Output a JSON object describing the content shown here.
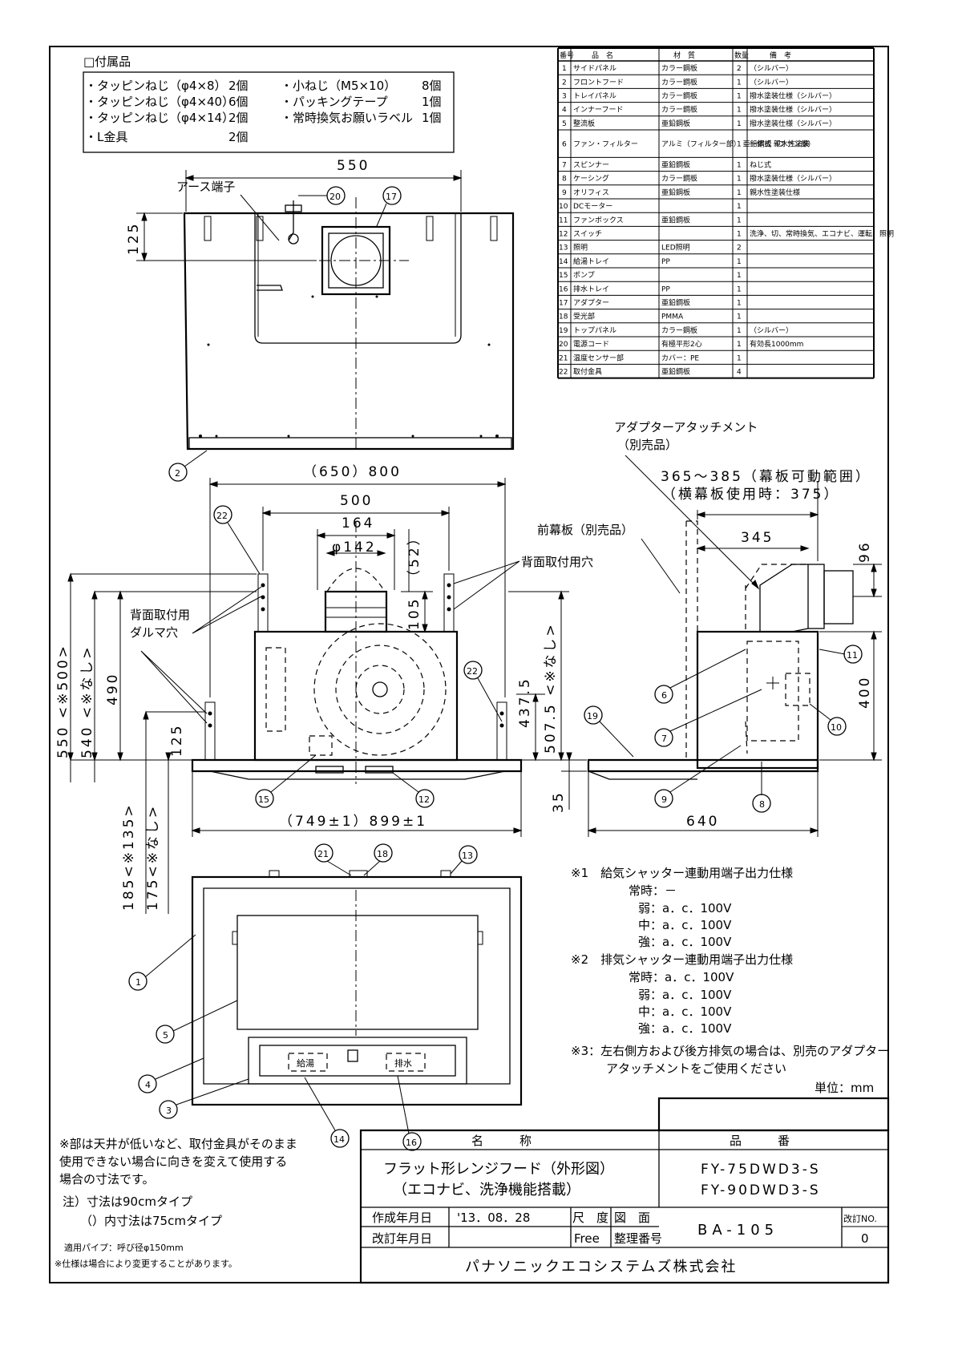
{
  "accessories": {
    "title": "□付属品",
    "items": [
      {
        "name": "・タッピンねじ（φ4×8）",
        "qty": "2個"
      },
      {
        "name": "・タッピンねじ（φ4×40）",
        "qty": "6個"
      },
      {
        "name": "・タッピンねじ（φ4×14）",
        "qty": "2個"
      },
      {
        "name": "・L金具",
        "qty": "2個"
      },
      {
        "name": "・小ねじ（M5×10）",
        "qty": "8個"
      },
      {
        "name": "・パッキングテープ",
        "qty": "1個"
      },
      {
        "name": "・常時換気お願いラベル",
        "qty": "1個"
      }
    ]
  },
  "parts_table": {
    "headers": [
      "番号",
      "品　名",
      "材　質",
      "数量",
      "備　考"
    ],
    "rows": [
      [
        "1",
        "サイドパネル",
        "カラー鋼板",
        "2",
        "（シルバー）"
      ],
      [
        "2",
        "フロントフード",
        "カラー鋼板",
        "1",
        "（シルバー）"
      ],
      [
        "3",
        "トレイパネル",
        "カラー鋼板",
        "1",
        "撥水塗装仕様（シルバー）"
      ],
      [
        "4",
        "インナーフード",
        "カラー鋼板",
        "1",
        "撥水塗装仕様（シルバー）"
      ],
      [
        "5",
        "整流板",
        "亜鉛鋼板",
        "1",
        "撥水塗装仕様（シルバー）"
      ],
      [
        "6",
        "ファン・フィルター",
        "アルミ（フィルター部） 亜鉛鋼板（ファン部）",
        "1",
        "一体式 親水性塗装"
      ],
      [
        "7",
        "スピンナー",
        "亜鉛鋼板",
        "1",
        "ねじ式"
      ],
      [
        "8",
        "ケーシング",
        "カラー鋼板",
        "1",
        "撥水塗装仕様（シルバー）"
      ],
      [
        "9",
        "オリフィス",
        "亜鉛鋼板",
        "1",
        "親水性塗装仕様"
      ],
      [
        "10",
        "DCモーター",
        "",
        "1",
        ""
      ],
      [
        "11",
        "ファンボックス",
        "亜鉛鋼板",
        "1",
        ""
      ],
      [
        "12",
        "スイッチ",
        "",
        "1",
        "洗浄、切、常時換気、エコナビ、運転、照明"
      ],
      [
        "13",
        "照明",
        "LED照明",
        "2",
        ""
      ],
      [
        "14",
        "給湯トレイ",
        "PP",
        "1",
        ""
      ],
      [
        "15",
        "ポンプ",
        "",
        "1",
        ""
      ],
      [
        "16",
        "排水トレイ",
        "PP",
        "1",
        ""
      ],
      [
        "17",
        "アダプター",
        "亜鉛鋼板",
        "1",
        ""
      ],
      [
        "18",
        "受光部",
        "PMMA",
        "1",
        ""
      ],
      [
        "19",
        "トップパネル",
        "カラー鋼板",
        "1",
        "（シルバー）"
      ],
      [
        "20",
        "電源コード",
        "有極平形2心",
        "1",
        "有効長1000mm"
      ],
      [
        "21",
        "温度センサー部",
        "カバー：PE",
        "1",
        ""
      ],
      [
        "22",
        "取付金具",
        "亜鉛鋼板",
        "4",
        ""
      ]
    ]
  },
  "top_view": {
    "dim_width": "550",
    "dim_125": "125",
    "earth_label": "アース端子",
    "callouts": [
      "20",
      "17",
      "2"
    ]
  },
  "front_view": {
    "dim_650_800": "（650）800",
    "dim_500": "500",
    "dim_164": "164",
    "dim_142": "φ142",
    "dim_52": "（52）",
    "dim_105": "105",
    "dim_437": "437.5",
    "dim_507": "507.5 <※なし>",
    "dim_550": "550 <※500>",
    "dim_540": "540 <※なし>",
    "dim_490": "490",
    "dim_125": "125",
    "dim_185": "185<※135>",
    "dim_175": "175<※なし>",
    "dim_899": "（749±1）899±1",
    "label_rear_hole": "背面取付用穴",
    "label_daruma": "背面取付用\nダルマ穴",
    "callouts": [
      "22",
      "22",
      "15",
      "12"
    ]
  },
  "side_view": {
    "adapter_label": "アダプターアタッチメント",
    "adapter_sub": "（別売品）",
    "dim_365": "365～385（幕板可動範囲）",
    "dim_375": "（横幕板使用時：375）",
    "maeita_label": "前幕板（別売品）",
    "dim_345": "345",
    "dim_96": "96",
    "dim_400": "400",
    "dim_35": "35",
    "dim_640": "640",
    "callouts": [
      "19",
      "6",
      "7",
      "9",
      "8",
      "11",
      "10"
    ]
  },
  "bottom_view": {
    "callouts": [
      "21",
      "18",
      "13",
      "1",
      "5",
      "4",
      "3",
      "14",
      "16"
    ],
    "switch_left": "給湯",
    "switch_right": "排水"
  },
  "notes": {
    "n1_title": "※1　給気シャッター連動用端子出力仕様",
    "n1_lines": [
      "常時：－",
      "弱：a．c．100V",
      "中：a．c．100V",
      "強：a．c．100V"
    ],
    "n2_title": "※2　排気シャッター連動用端子出力仕様",
    "n2_lines": [
      "常時：a．c．100V",
      "弱：a．c．100V",
      "中：a．c．100V",
      "強：a．c．100V"
    ],
    "n3_line1": "※3：左右側方および後方排気の場合は、別売のアダプター",
    "n3_line2": "アタッチメントをご使用ください",
    "unit": "単位：mm"
  },
  "footnotes": {
    "l1": "※部は天井が低いなど、取付金具がそのまま",
    "l2": "使用できない場合に向きを変えて使用する",
    "l3": "場合の寸法です。",
    "l4": "注）寸法は90cmタイプ",
    "l5": "（）内寸法は75cmタイプ",
    "l6": "適用パイプ：呼び径φ150mm",
    "l7": "※仕様は場合により変更することがあります。"
  },
  "title_block": {
    "name_header": "名　　　称",
    "part_header": "品　　　番",
    "name_l1": "フラット形レンジフード（外形図）",
    "name_l2": "（エコナビ、洗浄機能搭載）",
    "part_l1": "FY-75DWD3-S",
    "part_l2": "FY-90DWD3-S",
    "created_label": "作成年月日",
    "created_value": "'13．08．28",
    "scale_label": "尺　度",
    "scale_value": "Free",
    "drawing_label": "図　面",
    "number_label": "整理番号",
    "revised_label": "改訂年月日",
    "drawing_no": "BA-105",
    "rev_label": "改訂NO.",
    "rev_value": "0",
    "company": "パナソニックエコシステムズ株式会社"
  }
}
